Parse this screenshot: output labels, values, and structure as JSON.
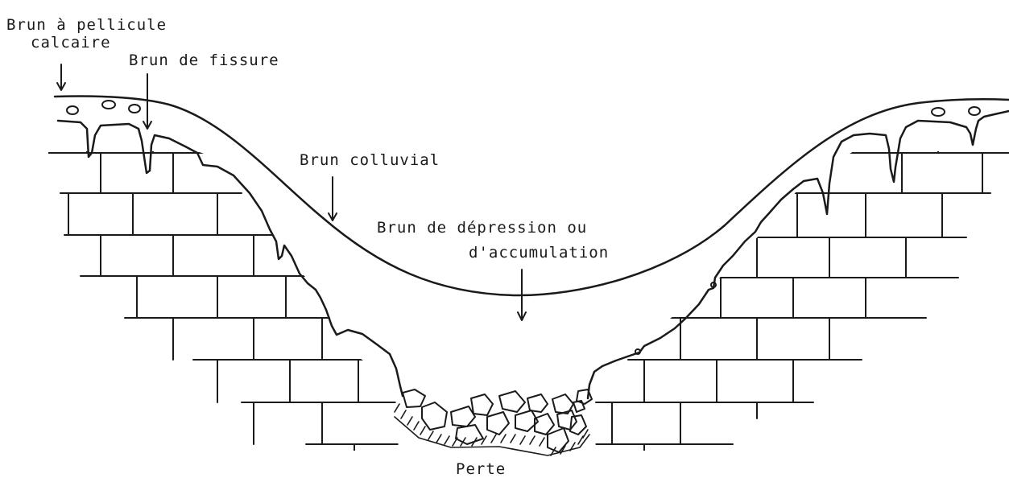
{
  "diagram": {
    "labels": {
      "brun_pellicule_line1": "Brun à pellicule",
      "brun_pellicule_line2": "calcaire",
      "brun_fissure": "Brun de fissure",
      "brun_colluvial": "Brun colluvial",
      "brun_depression_line1": "Brun de dépression ou",
      "brun_depression_line2": "d'accumulation",
      "perte": "Perte"
    },
    "colors": {
      "ink": "#1a1a1a",
      "background": "#ffffff"
    }
  }
}
